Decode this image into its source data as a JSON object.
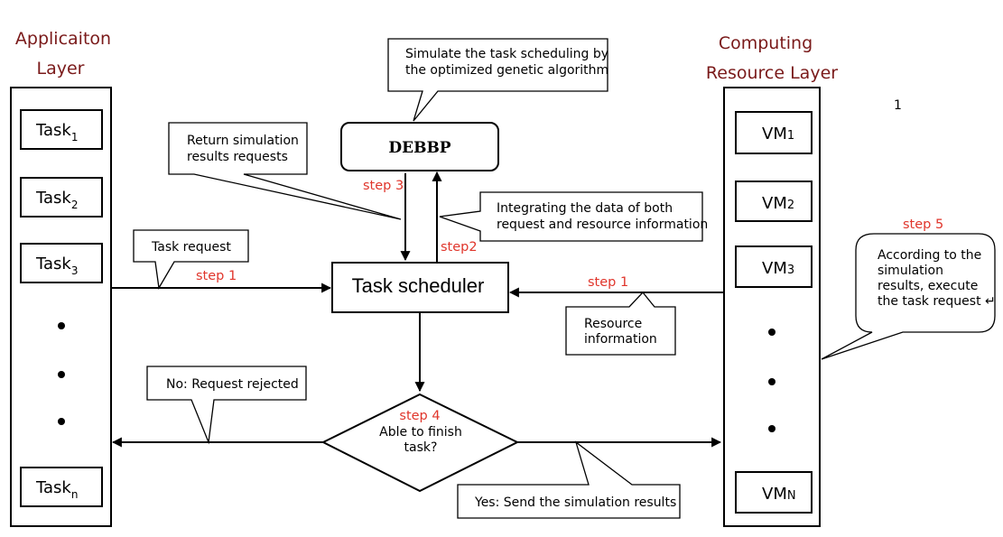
{
  "application_layer": {
    "title_line1": "Applicaiton",
    "title_line2": "Layer",
    "tasks": [
      {
        "label": "Task",
        "sub": "1"
      },
      {
        "label": "Task",
        "sub": "2"
      },
      {
        "label": "Task",
        "sub": "3"
      },
      {
        "label": "Task",
        "sub": "n"
      }
    ]
  },
  "resource_layer": {
    "title_line1": "Computing",
    "title_line2": "Resource Layer",
    "vms": [
      {
        "label": "VM",
        "sub": "1"
      },
      {
        "label": "VM",
        "sub": "2"
      },
      {
        "label": "VM",
        "sub": "3"
      },
      {
        "label": "VM",
        "sub": "N"
      }
    ]
  },
  "page_marker": "1",
  "debbp": {
    "label": "DEBBP"
  },
  "scheduler": {
    "label": "Task scheduler"
  },
  "decision": {
    "line1": "Able to finish",
    "line2": "task?"
  },
  "callouts": {
    "simulate": [
      "Simulate the task scheduling by",
      "the optimized genetic algorithm"
    ],
    "return_sim": [
      "Return simulation",
      "results requests"
    ],
    "integrating": [
      "Integrating the data of both",
      "request and resource information"
    ],
    "task_request": [
      "Task request"
    ],
    "resource_info": [
      "Resource",
      "information"
    ],
    "no_rejected": [
      "No: Request rejected"
    ],
    "yes_send": [
      "Yes: Send the simulation results"
    ],
    "according": [
      "According to the",
      "simulation",
      "results, execute",
      "the task request ↵"
    ]
  },
  "steps": {
    "step1_left": "step 1",
    "step1_right": "step 1",
    "step2": "step2",
    "step3": "step 3",
    "step4": "step 4",
    "step5": "step 5"
  },
  "colors": {
    "title": "#7a1a1a",
    "step": "#e0352b"
  }
}
